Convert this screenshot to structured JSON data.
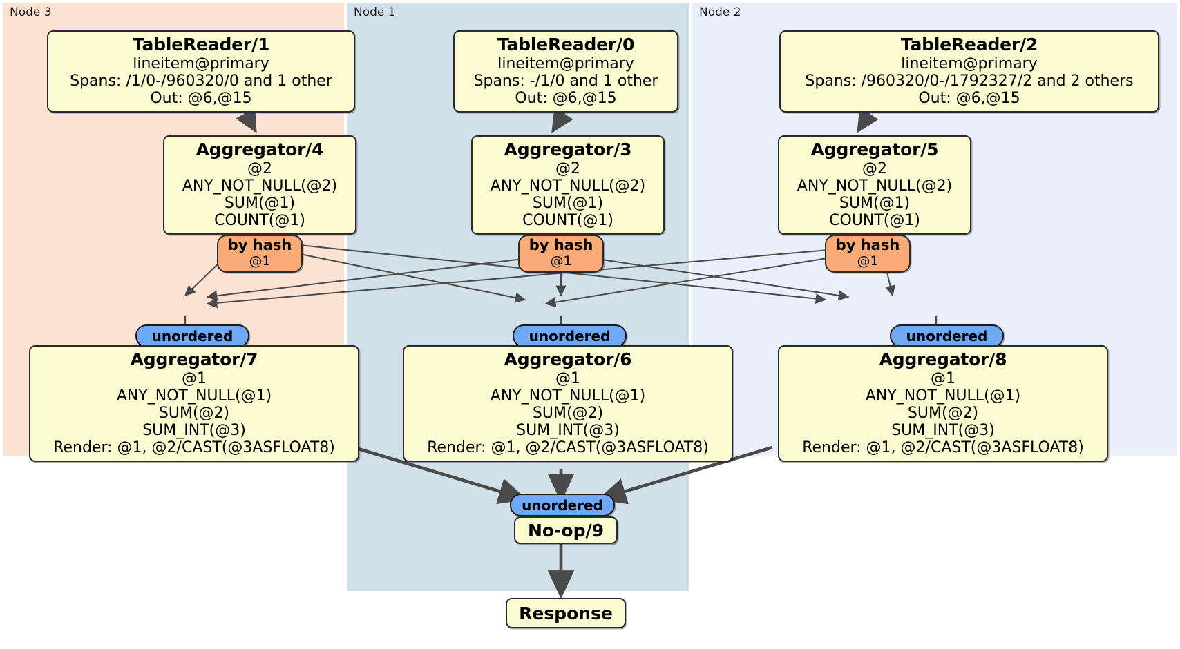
{
  "diagram": {
    "kind": "distributed-query-plan",
    "colors": {
      "node3_panel": "#fbe2d3",
      "node1_panel": "#d2e0ea",
      "node2_panel": "#eaf0fb",
      "processor_fill": "#fbfbd2",
      "router_fill": "#f8ab76",
      "synchronizer_fill": "#6fa8f5",
      "stroke": "#2b2b2b",
      "edge": "#4a4a4a"
    }
  },
  "panels": [
    {
      "name": "node-3-panel",
      "label": "Node 3"
    },
    {
      "name": "node-1-panel",
      "label": "Node 1"
    },
    {
      "name": "node-2-panel",
      "label": "Node 2"
    }
  ],
  "processors": {
    "table_reader_1": {
      "title": "TableReader/1",
      "lines": [
        "lineitem@primary",
        "Spans: /1/0-/960320/0 and 1 other",
        "Out: @6,@15"
      ]
    },
    "table_reader_0": {
      "title": "TableReader/0",
      "lines": [
        "lineitem@primary",
        "Spans: -/1/0 and 1 other",
        "Out: @6,@15"
      ]
    },
    "table_reader_2": {
      "title": "TableReader/2",
      "lines": [
        "lineitem@primary",
        "Spans: /960320/0-/1792327/2 and 2 others",
        "Out: @6,@15"
      ]
    },
    "aggregator_4": {
      "title": "Aggregator/4",
      "lines": [
        "@2",
        "ANY_NOT_NULL(@2)",
        "SUM(@1)",
        "COUNT(@1)"
      ]
    },
    "aggregator_3": {
      "title": "Aggregator/3",
      "lines": [
        "@2",
        "ANY_NOT_NULL(@2)",
        "SUM(@1)",
        "COUNT(@1)"
      ]
    },
    "aggregator_5": {
      "title": "Aggregator/5",
      "lines": [
        "@2",
        "ANY_NOT_NULL(@2)",
        "SUM(@1)",
        "COUNT(@1)"
      ]
    },
    "aggregator_7": {
      "title": "Aggregator/7",
      "lines": [
        "@1",
        "ANY_NOT_NULL(@1)",
        "SUM(@2)",
        "SUM_INT(@3)",
        "Render: @1, @2/CAST(@3ASFLOAT8)"
      ]
    },
    "aggregator_6": {
      "title": "Aggregator/6",
      "lines": [
        "@1",
        "ANY_NOT_NULL(@1)",
        "SUM(@2)",
        "SUM_INT(@3)",
        "Render: @1, @2/CAST(@3ASFLOAT8)"
      ]
    },
    "aggregator_8": {
      "title": "Aggregator/8",
      "lines": [
        "@1",
        "ANY_NOT_NULL(@1)",
        "SUM(@2)",
        "SUM_INT(@3)",
        "Render: @1, @2/CAST(@3ASFLOAT8)"
      ]
    },
    "no_op_9": {
      "title": "No-op/9"
    },
    "response": {
      "title": "Response"
    }
  },
  "routers": {
    "by_hash_left": {
      "title": "by hash",
      "sub": "@1"
    },
    "by_hash_center": {
      "title": "by hash",
      "sub": "@1"
    },
    "by_hash_right": {
      "title": "by hash",
      "sub": "@1"
    }
  },
  "synchronizers": {
    "unordered_left": {
      "label": "unordered"
    },
    "unordered_center": {
      "label": "unordered"
    },
    "unordered_right": {
      "label": "unordered"
    },
    "unordered_final": {
      "label": "unordered"
    }
  }
}
